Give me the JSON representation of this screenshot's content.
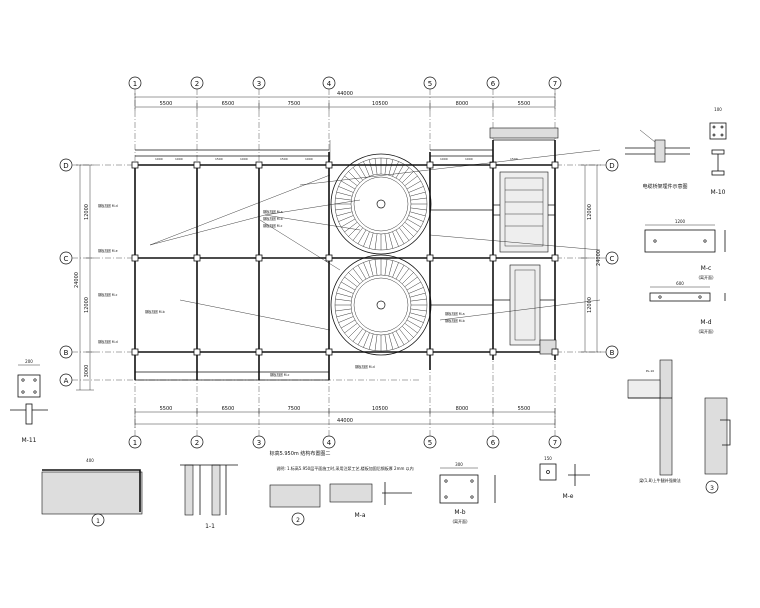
{
  "drawing": {
    "grid_cols": [
      "1",
      "2",
      "3",
      "4",
      "5",
      "6",
      "7"
    ],
    "grid_rows": [
      "D",
      "C",
      "B",
      "A"
    ],
    "overall_dim": "44000",
    "top_dims": [
      "5500",
      "6500",
      "7500",
      "10500",
      "8000",
      "5500"
    ],
    "bottom_dims": [
      "5500",
      "6500",
      "7500",
      "10500",
      "8000",
      "5500"
    ],
    "right_dims": [
      "12000",
      "12000"
    ],
    "right_overall": "24000",
    "left_dims": [
      "12000",
      "12000",
      "3000"
    ],
    "left_overall": "24000",
    "small_dims": [
      "1000",
      "1000",
      "1500",
      "1000",
      "1500",
      "1000",
      "1000",
      "1000",
      "1500"
    ],
    "plan_title": "标高5.950m 结构布置图二",
    "plan_note": "说明: 1.标高5.950层平面施工时,采用注浆工艺,楼板加固后钢板厚 2mm 以内",
    "callouts": [
      "钢板加固 M-a",
      "钢板加固 M-b",
      "钢板加固 M-c",
      "钢板加固 M-d",
      "钢板加固 M-e",
      "钢板加固 M-c",
      "钢板加固 M-d",
      "钢板加固 M-b",
      "钢板加固 M-a",
      "钢板加固 M-b",
      "钢板加固 M-c",
      "钢板加固 M-d"
    ],
    "details": {
      "m10_title": "M-10",
      "mc_title": "M-c",
      "mc_sub": "(离开面)",
      "md_title": "M-d",
      "md_sub": "(离开面)",
      "m11_title": "M-11",
      "ma_title": "M-a",
      "mb_title": "M-b",
      "mb_sub": "(离开面)",
      "me_title": "M-e",
      "sec11_title": "1-1",
      "det1": "1",
      "det2": "2",
      "det3": "3",
      "joint_title": "剪力墙上孔洞补强做法",
      "elec_title": "电缆桥架埋件示意图",
      "beam_title": "梁(1,8)上牛腿补强做法",
      "pl_label": "PL-10",
      "dim_300": "300",
      "dim_200": "200",
      "dim_150": "150",
      "dim_100": "100",
      "dim_1200": "1200",
      "dim_600": "600",
      "dim_400": "400"
    }
  }
}
